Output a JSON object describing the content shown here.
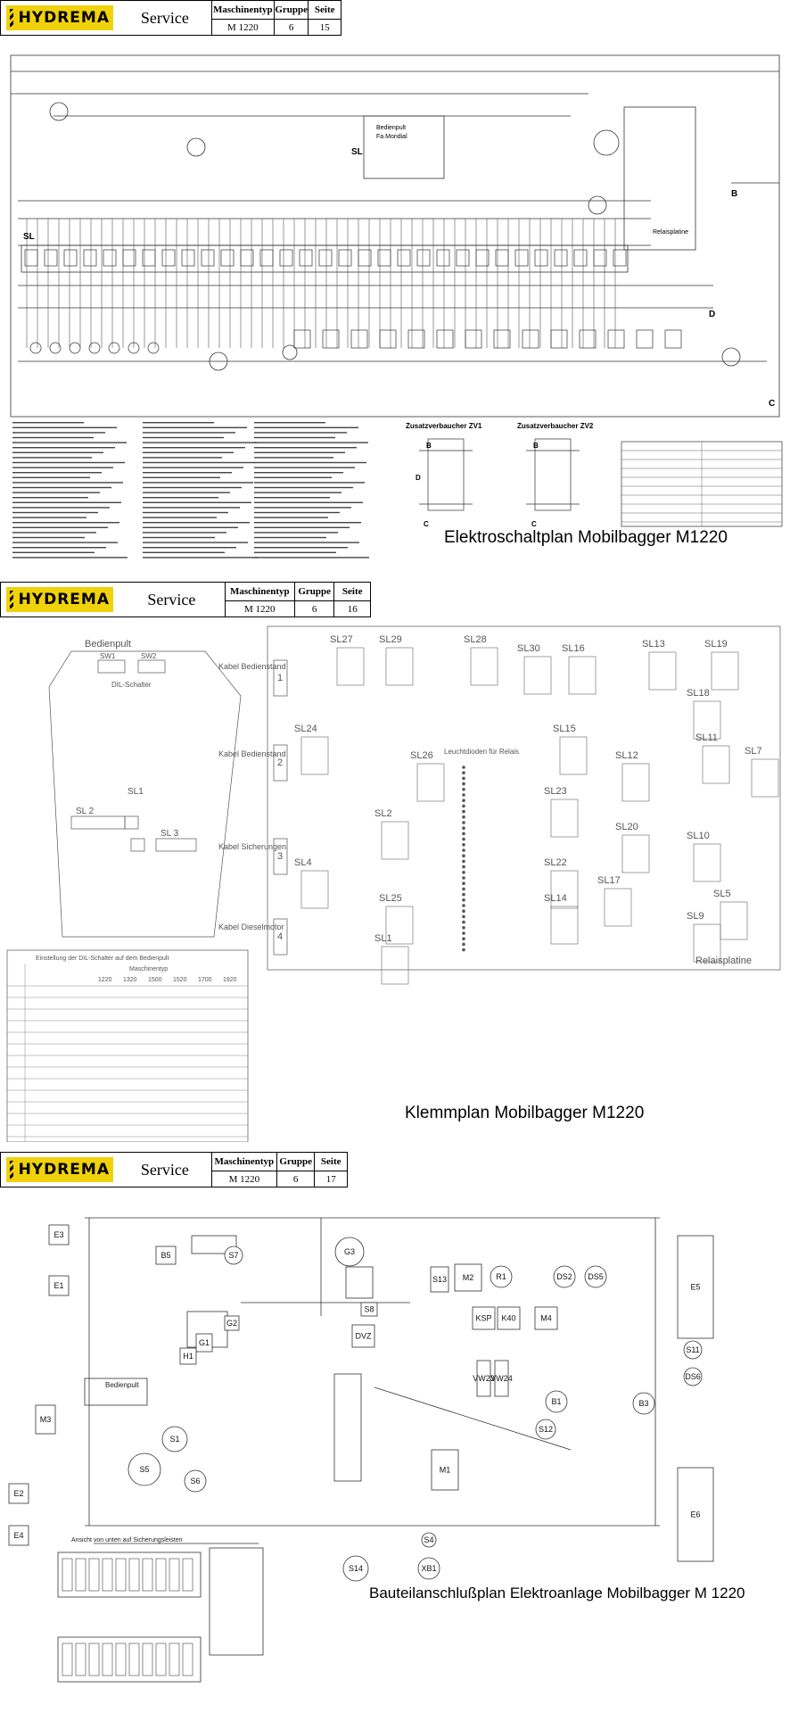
{
  "pages": [
    {
      "brand": "HYDREMA",
      "service_label": "Service",
      "machine_label": "Maschinentyp",
      "machine_value": "M 1220",
      "group_label": "Gruppe",
      "group_value": "6",
      "page_label": "Seite",
      "page_value": "15",
      "caption": "Elektroschaltplan Mobilbagger M1220"
    },
    {
      "brand": "HYDREMA",
      "service_label": "Service",
      "machine_label": "Maschinentyp",
      "machine_value": "M 1220",
      "group_label": "Gruppe",
      "group_value": "6",
      "page_label": "Seite",
      "page_value": "16",
      "caption": "Klemmplan Mobilbagger M1220"
    },
    {
      "brand": "HYDREMA",
      "service_label": "Service",
      "machine_label": "Maschinentyp",
      "machine_value": "M 1220",
      "group_label": "Gruppe",
      "group_value": "6",
      "page_label": "Seite",
      "page_value": "17",
      "caption": "Bauteilanschlußplan Elektroanlage Mobilbagger M 1220"
    }
  ],
  "schematic": {
    "sl": "SL",
    "sl_top": "SL",
    "bedienpult": "Bedienpult",
    "fa_mondial": "Fa.Mondial",
    "relaisplatine": "Relaisplatine",
    "zv1": "Zusatzverbaucher ZV1",
    "zv2": "Zusatzverbaucher ZV2",
    "marker_b": "B",
    "marker_c": "C",
    "marker_d": "D"
  },
  "klemmplan": {
    "bedienpult": "Bedienpult",
    "dil_schalter": "DIL-Schalter",
    "sw1": "SW1",
    "sw2": "SW2",
    "sl1": "SL1",
    "sl2": "SL 2",
    "sl3": "SL 3",
    "kabel_bedienstand": "Kabel Bedienstand",
    "kabel_sicherungen": "Kabel Sicherungen",
    "kabel_dieselmotor": "Kabel Dieselmotor",
    "box_labels": [
      "1",
      "2",
      "3",
      "4"
    ],
    "connectors": [
      "SL27",
      "SL29",
      "SL28",
      "SL30",
      "SL16",
      "SL13",
      "SL19",
      "SL18",
      "SL11",
      "SL7",
      "SL24",
      "SL26",
      "SL15",
      "SL12",
      "SL23",
      "SL20",
      "SL10",
      "SL2",
      "SL4",
      "SL25",
      "SL22",
      "SL17",
      "SL14",
      "SL9",
      "SL5",
      "SL1"
    ],
    "leuchtdioden": "Leuchtdioden für Relais",
    "relaisplatine": "Relaisplatine",
    "table_title": "Einstellung der DIL-Schalter auf dem Bedienpult",
    "maschinentyp": "Maschinentyp",
    "years": [
      "1220",
      "1320",
      "1500",
      "1520",
      "1700",
      "1920"
    ]
  },
  "anschlussplan": {
    "components": [
      "E3",
      "E1",
      "B5",
      "S7",
      "G3",
      "S8",
      "S13",
      "M2",
      "R1",
      "DS2",
      "DS5",
      "E5",
      "G2",
      "G1",
      "H1",
      "DVZ",
      "KSP",
      "K40",
      "M4",
      "S11",
      "DS6",
      "VW23",
      "VW24",
      "B1",
      "B3",
      "S12",
      "M3",
      "E2",
      "E4",
      "S5",
      "S6",
      "S1",
      "M1",
      "S4",
      "S14",
      "XB1",
      "E6"
    ],
    "bedienpult": "Bedienpult",
    "sicherungsleisten": "Ansicht von unten auf Sicherungsleisten"
  }
}
